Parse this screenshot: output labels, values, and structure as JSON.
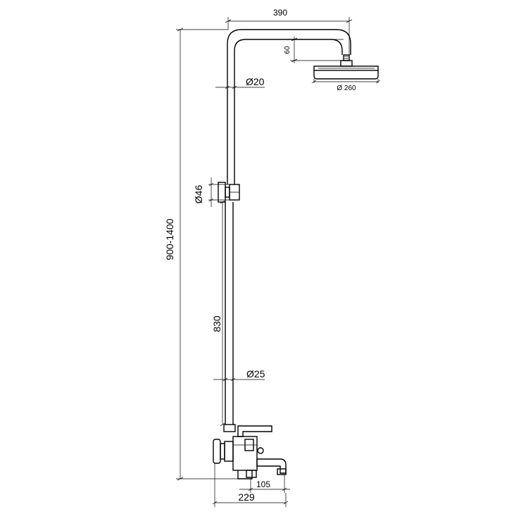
{
  "dimensions": {
    "arm_reach": "390",
    "head_drop": "60",
    "head_diameter": "Ø 260",
    "upper_pipe_diameter": "Ø20",
    "bracket_diameter": "Ø46",
    "overall_height": "900-1400",
    "slide_length": "830",
    "lower_pipe_diameter": "Ø25",
    "spout_length": "105",
    "mixer_depth": "229"
  }
}
